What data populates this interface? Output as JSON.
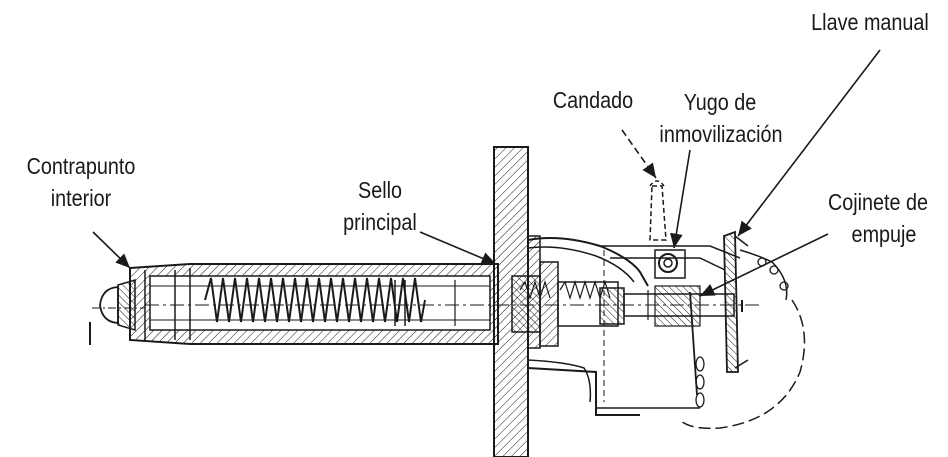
{
  "labels": {
    "contrapunto_1": "Contrapunto",
    "contrapunto_2": "interior",
    "sello_1": "Sello",
    "sello_2": "principal",
    "candado": "Candado",
    "yugo_1": "Yugo de",
    "yugo_2": "inmovilización",
    "llave": "Llave manual",
    "cojinete_1": "Cojinete de",
    "cojinete_2": "empuje"
  },
  "colors": {
    "ink": "#1a1a1a",
    "paper": "#ffffff"
  }
}
